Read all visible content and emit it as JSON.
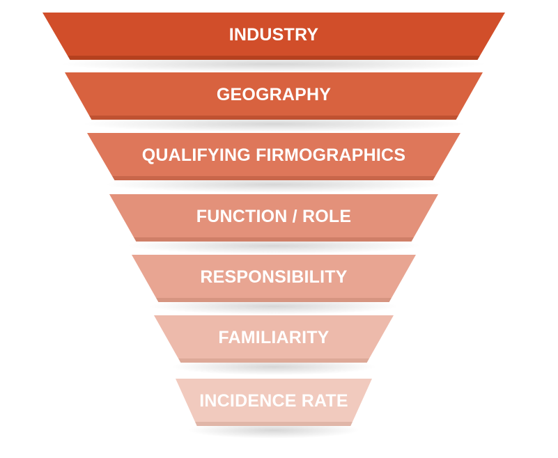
{
  "diagram": {
    "type": "funnel",
    "stages": [
      {
        "label": "INDUSTRY",
        "color": "#d14e2a",
        "edge": "#b5411f"
      },
      {
        "label": "GEOGRAPHY",
        "color": "#d8623f",
        "edge": "#bf5232"
      },
      {
        "label": "QUALIFYING FIRMOGRAPHICS",
        "color": "#de775a",
        "edge": "#c8664a"
      },
      {
        "label": "FUNCTION / ROLE",
        "color": "#e3917a",
        "edge": "#cf7f68"
      },
      {
        "label": "RESPONSIBILITY",
        "color": "#e8a592",
        "edge": "#d69581"
      },
      {
        "label": "FAMILIARITY",
        "color": "#edbaab",
        "edge": "#dda998"
      },
      {
        "label": "INCIDENCE RATE",
        "color": "#f1cabe",
        "edge": "#e0b6a8"
      }
    ]
  }
}
